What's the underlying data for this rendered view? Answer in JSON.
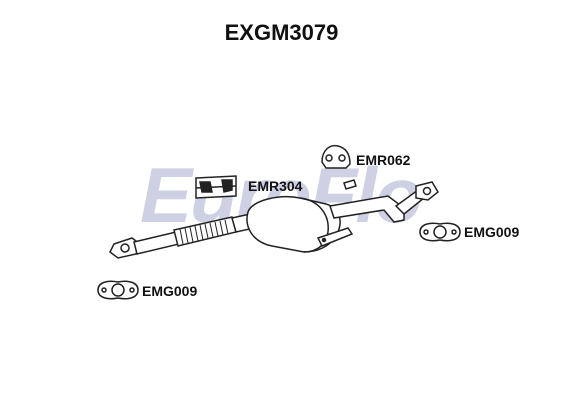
{
  "title": "EXGM3079",
  "watermark": "EuroFlo",
  "parts": {
    "muffler_rubber": "EMR062",
    "hanger_rubber": "EMR304",
    "gasket_rear": "EMG009",
    "gasket_front": "EMG009"
  },
  "colors": {
    "line": "#222222",
    "fill": "#ffffff",
    "watermark_blue": "#c9cde2",
    "watermark_red": "#f2c2c2"
  }
}
